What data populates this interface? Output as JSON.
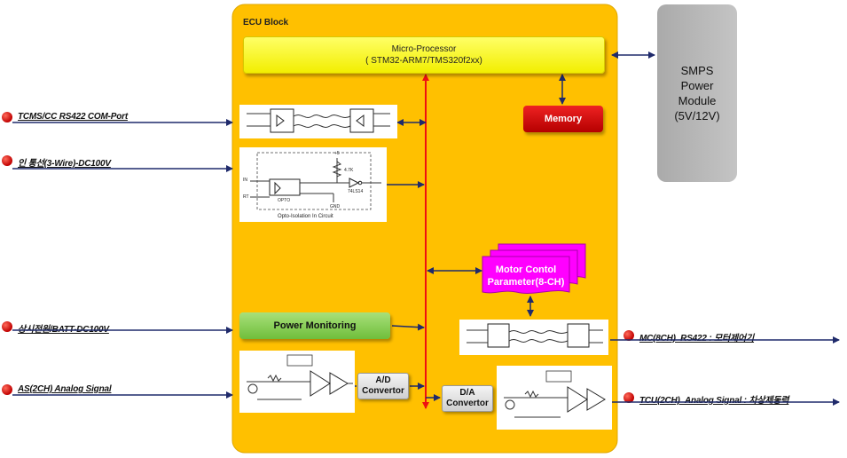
{
  "ecu": {
    "title": "ECU Block"
  },
  "micro_processor": {
    "line1": "Micro-Processor",
    "line2": "( STM32-ARM7/TMS320f2xx)"
  },
  "memory": {
    "label": "Memory"
  },
  "smps": {
    "line1": "SMPS",
    "line2": "Power",
    "line3": "Module",
    "line4": "(5V/12V)"
  },
  "power_monitoring": {
    "label": "Power Monitoring"
  },
  "motor_param": {
    "line1": "Motor Contol",
    "line2": "Parameter(8-CH)"
  },
  "ad_convertor": {
    "line1": "A/D",
    "line2": "Convertor"
  },
  "da_convertor": {
    "line1": "D/A",
    "line2": "Convertor"
  },
  "opto": {
    "caption": "Opto-Isolation In Circuit",
    "opto_label": "OPTO",
    "vcc": "+5",
    "res": "4.7K",
    "gate": "74LS14",
    "gnd": "GND",
    "in_pin": "IN",
    "rt_pin": "RT"
  },
  "inputs": [
    {
      "label": "TCMS/CC  RS422 COM-Port"
    },
    {
      "label": "인 통선(3-Wire)-DC100V"
    },
    {
      "label": "상시전원/BATT-DC100V"
    },
    {
      "label": "AS(2CH) Analog Signal"
    }
  ],
  "outputs": [
    {
      "label": "MC(8CH)_RS422 : 모터제어기"
    },
    {
      "label": "TCU(2CH)_Analog Signal : 차상제동력"
    }
  ],
  "colors": {
    "ecu_fill": "#ffc000",
    "bus_red": "#ee1111",
    "arrow": "#1f2a6b",
    "magenta": "#ff00ff",
    "dot_red": "#c00000"
  }
}
